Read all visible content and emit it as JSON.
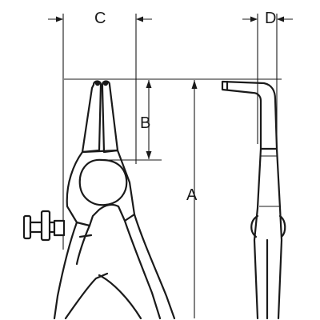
{
  "dimensions": {
    "A": "A",
    "B": "B",
    "C": "C",
    "D": "D"
  },
  "colors": {
    "line": "#1a1a1a",
    "background": "#ffffff"
  }
}
